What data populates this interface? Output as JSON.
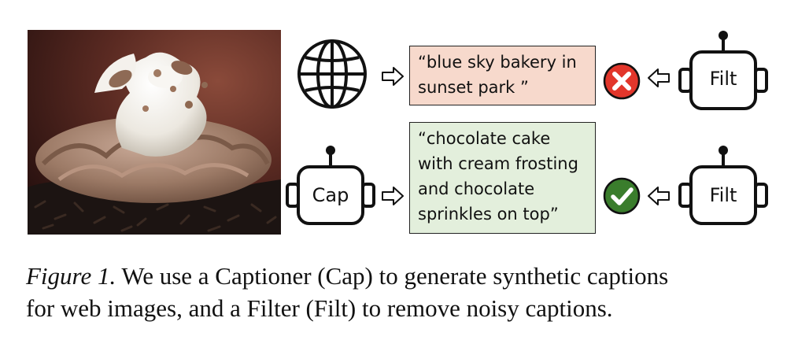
{
  "figure": {
    "noisy_caption_line1": "“blue sky bakery in",
    "noisy_caption_line2": "sunset park ”",
    "synthetic_caption_lines": [
      "“chocolate cake",
      "with cream frosting",
      "and chocolate",
      "sprinkles on top”"
    ],
    "captioner_label": "Cap",
    "filter_label_top": "Filt",
    "filter_label_bottom": "Filt",
    "icons": [
      "globe-icon",
      "arrow-right-icon",
      "arrow-left-icon",
      "reject-icon",
      "accept-icon",
      "robot-icon"
    ],
    "colors": {
      "noisy_caption_bg": "#f7d9cc",
      "synthetic_caption_bg": "#e3efdc",
      "reject": "#e2362b",
      "accept": "#3a7d2c"
    }
  },
  "caption": {
    "label": "Figure 1.",
    "text_line1": " We use a Captioner (Cap) to generate synthetic captions",
    "text_line2": "for web images, and a Filter (Filt) to remove noisy captions."
  }
}
